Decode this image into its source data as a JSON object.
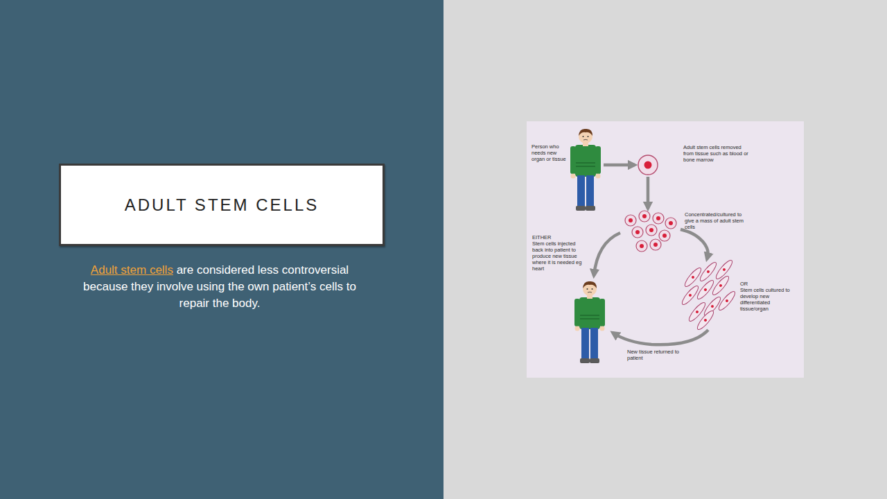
{
  "diagram": {
    "title": "ADULT STEM CELLS",
    "nodes": [
      {
        "text": [
          "Person who needs new organ or tissue"
        ]
      },
      {
        "text": [
          "Adult stem cells removed from tissue such as blood or bone marrow"
        ]
      },
      {
        "text": [
          "Concentrated/cultured to give a mass of adult stem cells"
        ]
      },
      {
        "text": [
          "OR",
          "Stem cells cultured to develop new differentiated tissue/organ"
        ]
      }
    ],
    "edges": [
      {
        "from": 0,
        "to": 1,
        "arrow": "to"
      },
      {
        "from": 1,
        "to": 2,
        "arrow": "to"
      },
      {
        "from": 2,
        "to": 3,
        "arrow": "to"
      }
    ],
    "labels": [
      "Adult stem cells",
      "are considered less controversial because they involve using the own patient’s cells to repair the body.",
      "EITHER",
      "Stem cells injected back into patient to produce new tissue where it is needed eg heart",
      "New tissue returned to patient"
    ]
  }
}
